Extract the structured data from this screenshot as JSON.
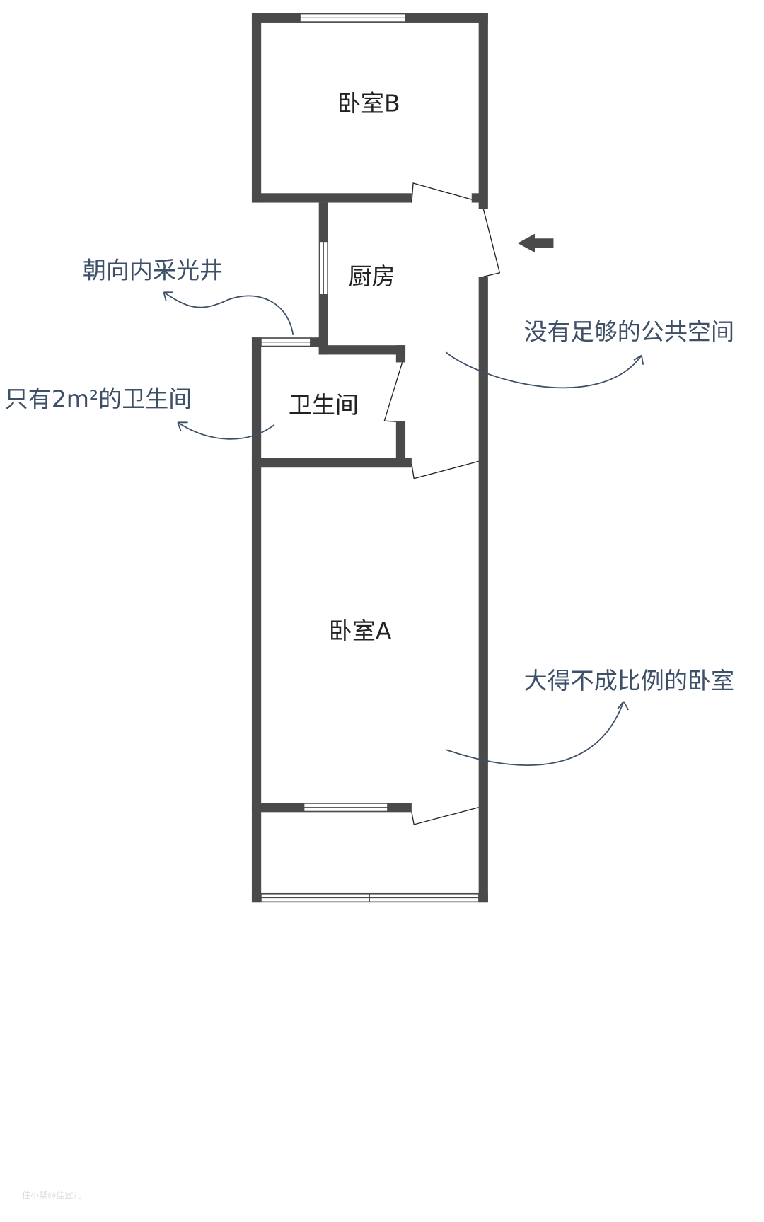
{
  "rooms": {
    "bedroom_b": "卧室B",
    "kitchen": "厨房",
    "bathroom": "卫生间",
    "bedroom_a": "卧室A"
  },
  "annotations": {
    "lightwell": "朝向内采光井",
    "bathroom_size": "只有2m²的卫生间",
    "public_space": "没有足够的公共空间",
    "bedroom_ratio": "大得不成比例的卧室"
  },
  "entrance_arrow": "arrow-left-icon",
  "watermark": "住小帮@佳宜儿",
  "colors": {
    "wall": "#4a4a4a",
    "annotation": "#3e5068"
  }
}
